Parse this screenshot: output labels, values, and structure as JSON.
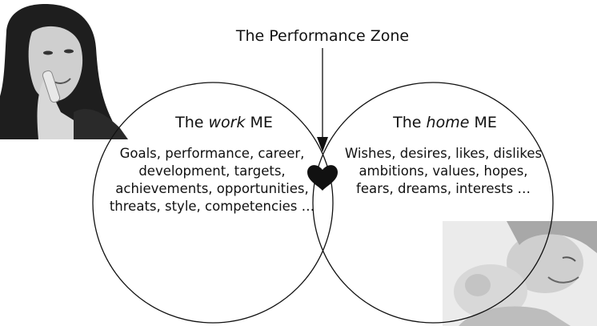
{
  "diagram": {
    "title": "The Performance Zone",
    "left_circle": {
      "heading_prefix": "The ",
      "heading_emphasis": "work",
      "heading_suffix": " ME",
      "lines": [
        "Goals, performance, career,",
        "development, targets,",
        "achievements, opportunities,",
        "threats, style, competencies …"
      ]
    },
    "right_circle": {
      "heading_prefix": "The ",
      "heading_emphasis": "home",
      "heading_suffix": " ME",
      "lines": [
        "Wishes, desires, likes, dislikes",
        "ambitions, values, hopes,",
        "fears, dreams, interests …"
      ]
    },
    "overlap_symbol": "heart-icon",
    "images": [
      {
        "name": "woman-on-phone-photo",
        "tone": "grayscale"
      },
      {
        "name": "mother-and-baby-photo",
        "tone": "grayscale"
      }
    ],
    "colors": {
      "ink": "#111111",
      "background": "#ffffff"
    }
  }
}
